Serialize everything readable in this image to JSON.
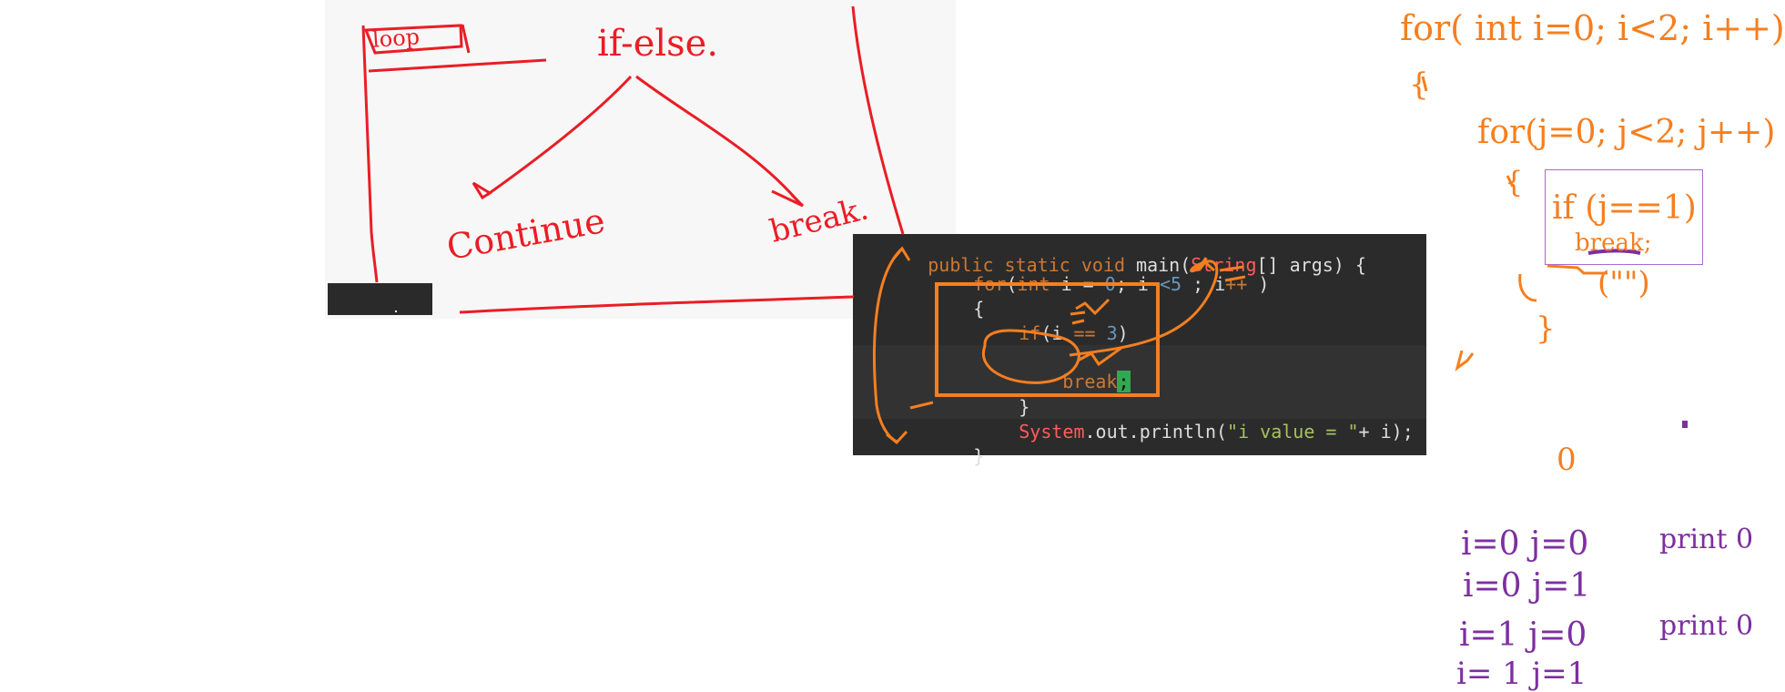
{
  "canvas": {
    "left_title": "if-else.",
    "left_loop_label": "loop",
    "left_continue": "Continue",
    "left_break": "break."
  },
  "code": {
    "line_top": "public static void main(String[] args) {",
    "line_for": "for(int i = 0; i <5 ; i++ )",
    "line_open_brace": "{",
    "line_if": "if(i == 3)",
    "line_inner_open": "{",
    "line_break": "break",
    "line_break_semicolon": ";",
    "line_inner_close": "}",
    "line_print_1": "System",
    "line_print_2": ".out.println(",
    "line_print_3": "\"i value = \"",
    "line_print_4": "+ i);",
    "line_close_brace": "}"
  },
  "notes_right": {
    "for_outer": "for( int i=0; i<2; i++)",
    "brace_outer": "{",
    "for_inner": "for(j=0; j<2; j++)",
    "brace_inner": "{",
    "if_j": "if (j==1)",
    "break_text": "break;",
    "print_stub": "(\"\")",
    "close_brace": "}",
    "zero": "0",
    "row1_a": "i=0  j=0",
    "row1_b": "print 0",
    "row2": "i=0  j=1",
    "row3_a": "i=1  j=0",
    "row3_b": "print 0",
    "row4": "i= 1  j=1"
  },
  "colors": {
    "red": "#ea1d25",
    "orange": "#f57f20",
    "purple": "#7d2fa0",
    "code_bg": "#2b2b2b"
  }
}
